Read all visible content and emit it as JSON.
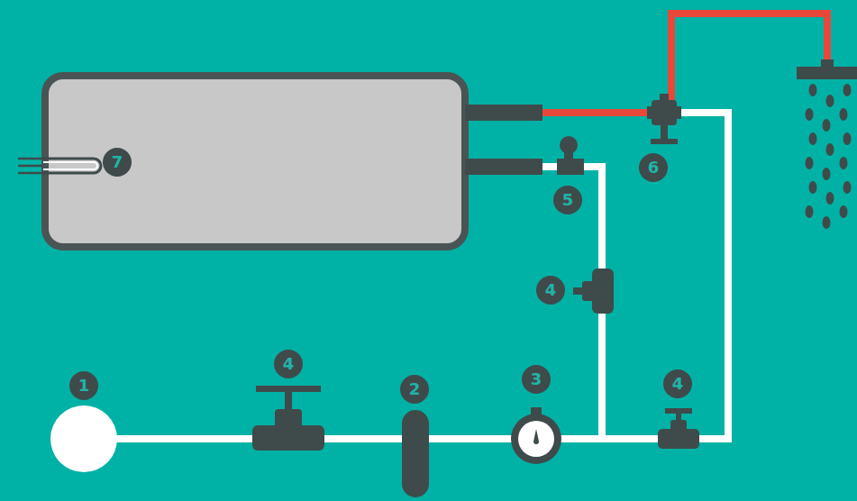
{
  "diagram": {
    "labels": [
      "7",
      "6",
      "5",
      "4",
      "4",
      "1",
      "2",
      "3",
      "4"
    ]
  }
}
